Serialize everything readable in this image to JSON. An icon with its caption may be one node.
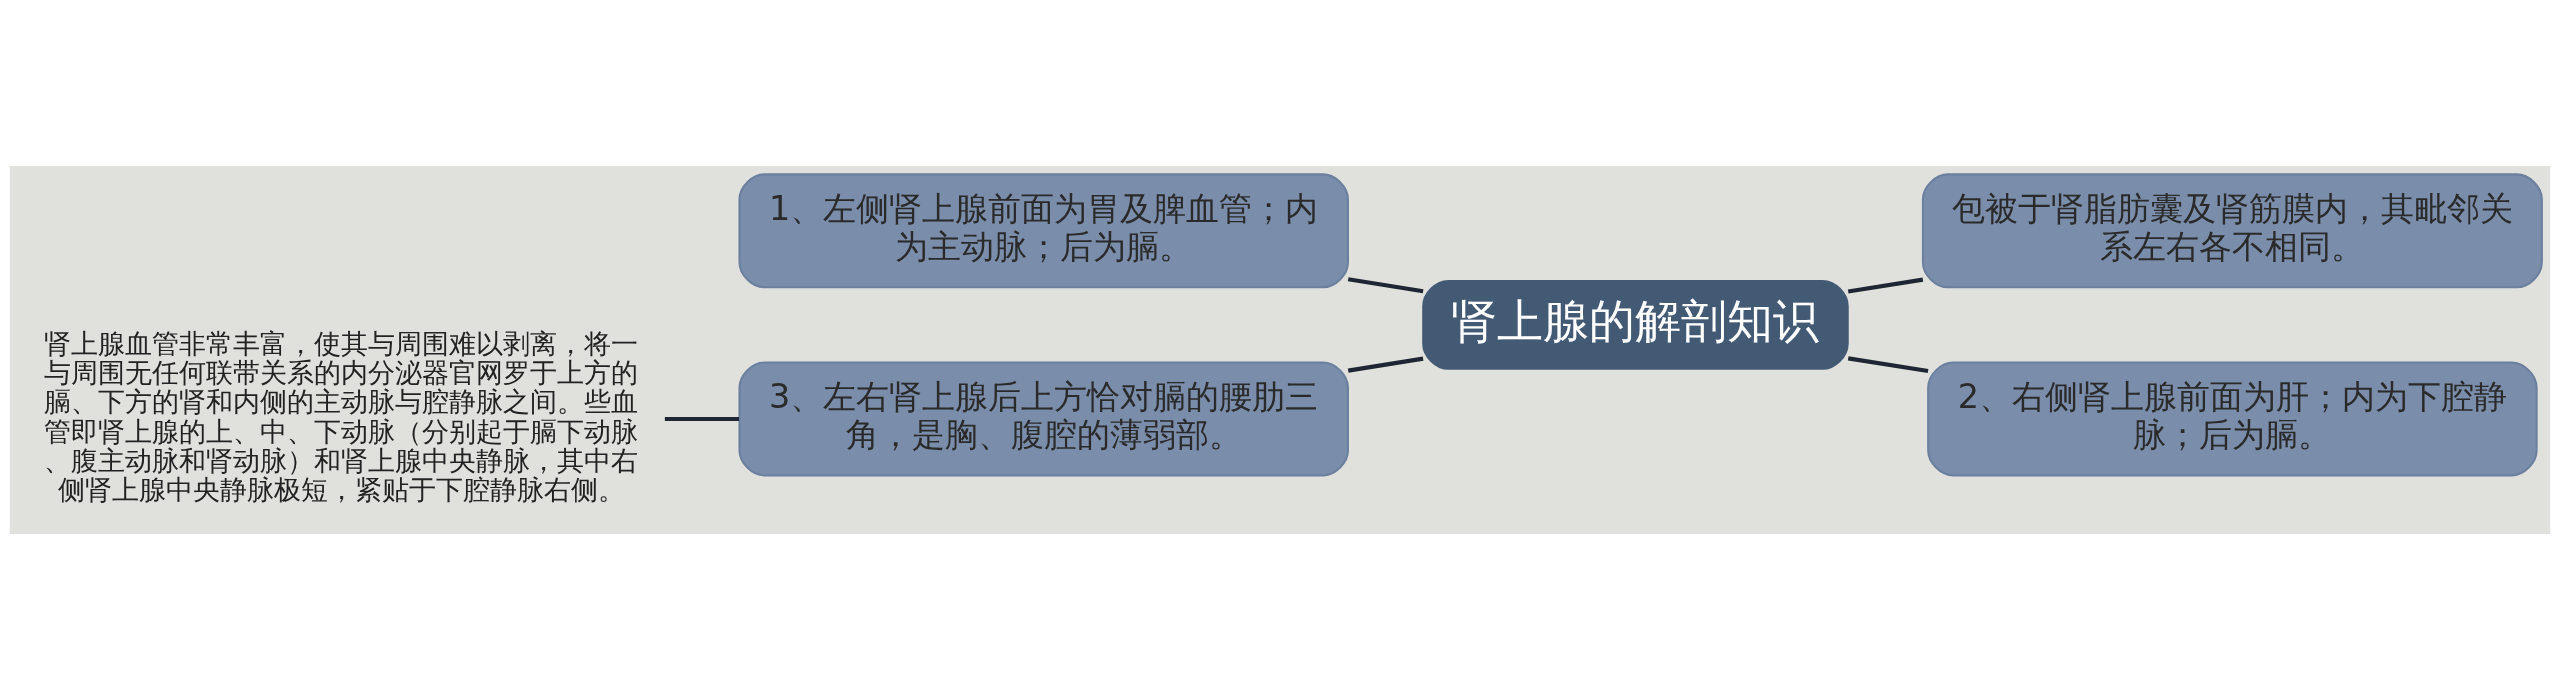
{
  "diagram": {
    "nodes": [
      {
        "text": [
          "肾上腺的解剖知识"
        ]
      },
      {
        "text": [
          "1、左侧肾上腺前面为胃及脾血管；内为主动脉；后为膈。"
        ]
      },
      {
        "text": [
          "3、左右肾上腺后上方恰对膈的腰肋三角，是胸、腹腔的薄弱部。"
        ]
      },
      {
        "text": [
          "肾上腺血管非常丰富，使其与周围难以剥离，将一与周围无任何联带关系的内分泌器官网罗于上方的膈、下方的肾和内侧的主动脉与腔静脉之间。些血管即肾上腺的上、中、下动脉（分别起于膈下动脉、腹主动脉和肾动脉）和肾上腺中央静脉，其中右侧肾上腺中央静脉极短，紧贴于下腔静脉右侧。"
        ]
      },
      {
        "text": [
          "包被于肾脂肪囊及肾筋膜内，其毗邻关系左右各不相同。"
        ]
      },
      {
        "text": [
          "2、右侧肾上腺前面为肝；内为下腔静脉；后为膈。"
        ]
      }
    ],
    "edges": [
      {
        "from": 1,
        "to": 0,
        "arrow": "none"
      },
      {
        "from": 2,
        "to": 0,
        "arrow": "none"
      },
      {
        "from": 3,
        "to": 2,
        "arrow": "none"
      },
      {
        "from": 0,
        "to": 4,
        "arrow": "none"
      },
      {
        "from": 0,
        "to": 5,
        "arrow": "none"
      }
    ]
  }
}
